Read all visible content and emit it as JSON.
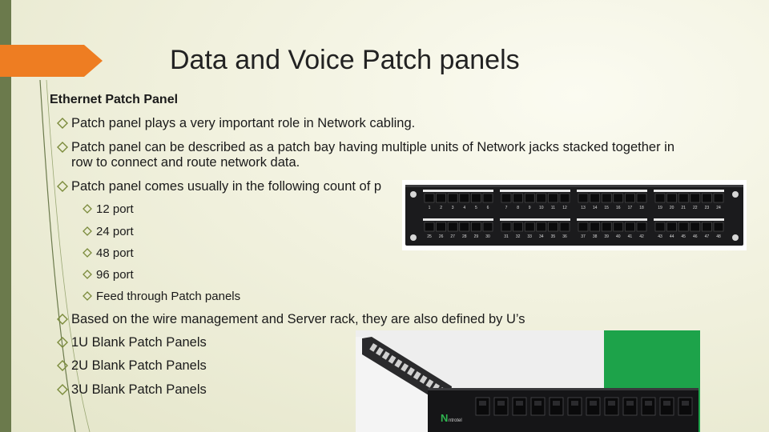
{
  "slide": {
    "title": "Data and Voice Patch panels",
    "heading": "Ethernet Patch Panel",
    "bullets": [
      "Patch panel plays a very important role in Network cabling.",
      "Patch panel can be described as a patch bay having multiple units of Network jacks stacked together in",
      "row to connect and route network data.",
      "Patch panel comes usually in the following count of p"
    ],
    "sub_bullets": [
      "12 port",
      "24 port",
      "48 port",
      "96 port",
      "Feed through Patch panels"
    ],
    "bullets2": [
      "Based on the wire management and Server rack, they are also defined by U’s",
      "1U Blank Patch Panels",
      "2U Blank Patch Panels",
      "3U Blank Patch Panels"
    ]
  },
  "colors": {
    "accent": "#ee7d22",
    "bar": "#6b7a4c",
    "green": "#1da34a",
    "bullet": "#7a8a3a"
  },
  "panel48": {
    "top_numbers": [
      "1",
      "2",
      "3",
      "4",
      "5",
      "6",
      "7",
      "8",
      "9",
      "10",
      "11",
      "12",
      "13",
      "14",
      "15",
      "16",
      "17",
      "18",
      "19",
      "20",
      "21",
      "22",
      "23",
      "24"
    ],
    "bottom_numbers": [
      "25",
      "26",
      "27",
      "28",
      "29",
      "30",
      "31",
      "32",
      "33",
      "34",
      "35",
      "36",
      "37",
      "38",
      "39",
      "40",
      "41",
      "42",
      "43",
      "44",
      "45",
      "46",
      "47",
      "48"
    ]
  },
  "panel_brand": "N",
  "panel_brand_sub": "ntrotel"
}
